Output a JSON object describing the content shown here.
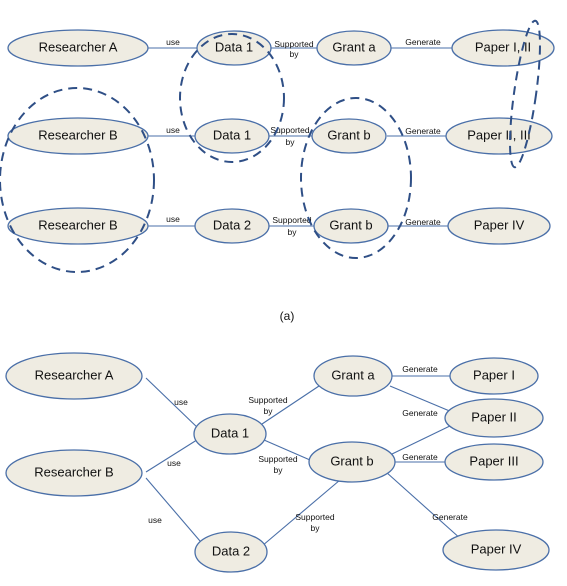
{
  "caption_a": "(a)",
  "top_nodes": {
    "researcher_a": "Researcher A",
    "data1_row1": "Data 1",
    "grant_a": "Grant a",
    "paper_i_ii": "Paper I, II",
    "researcher_b_row2": "Researcher B",
    "data1_row2": "Data 1",
    "grant_b_row2": "Grant b",
    "paper_ii_iii": "Paper II, III",
    "researcher_b_row3": "Researcher B",
    "data2_row3": "Data 2",
    "grant_b_row3": "Grant b",
    "paper_iv": "Paper IV"
  },
  "top_edge_labels": {
    "use": "use",
    "supported_line1": "Supported",
    "supported_line2": "by",
    "generate": "Generate"
  },
  "bottom_nodes": {
    "researcher_a": "Researcher A",
    "researcher_b": "Researcher B",
    "data1": "Data 1",
    "data2": "Data 2",
    "grant_a": "Grant a",
    "grant_b": "Grant b",
    "paper_i": "Paper I",
    "paper_ii": "Paper II",
    "paper_iii": "Paper III",
    "paper_iv": "Paper IV"
  },
  "bottom_edge_labels": {
    "use": "use",
    "supported_line1": "Supported",
    "supported_line2": "by",
    "generate": "Generate"
  }
}
